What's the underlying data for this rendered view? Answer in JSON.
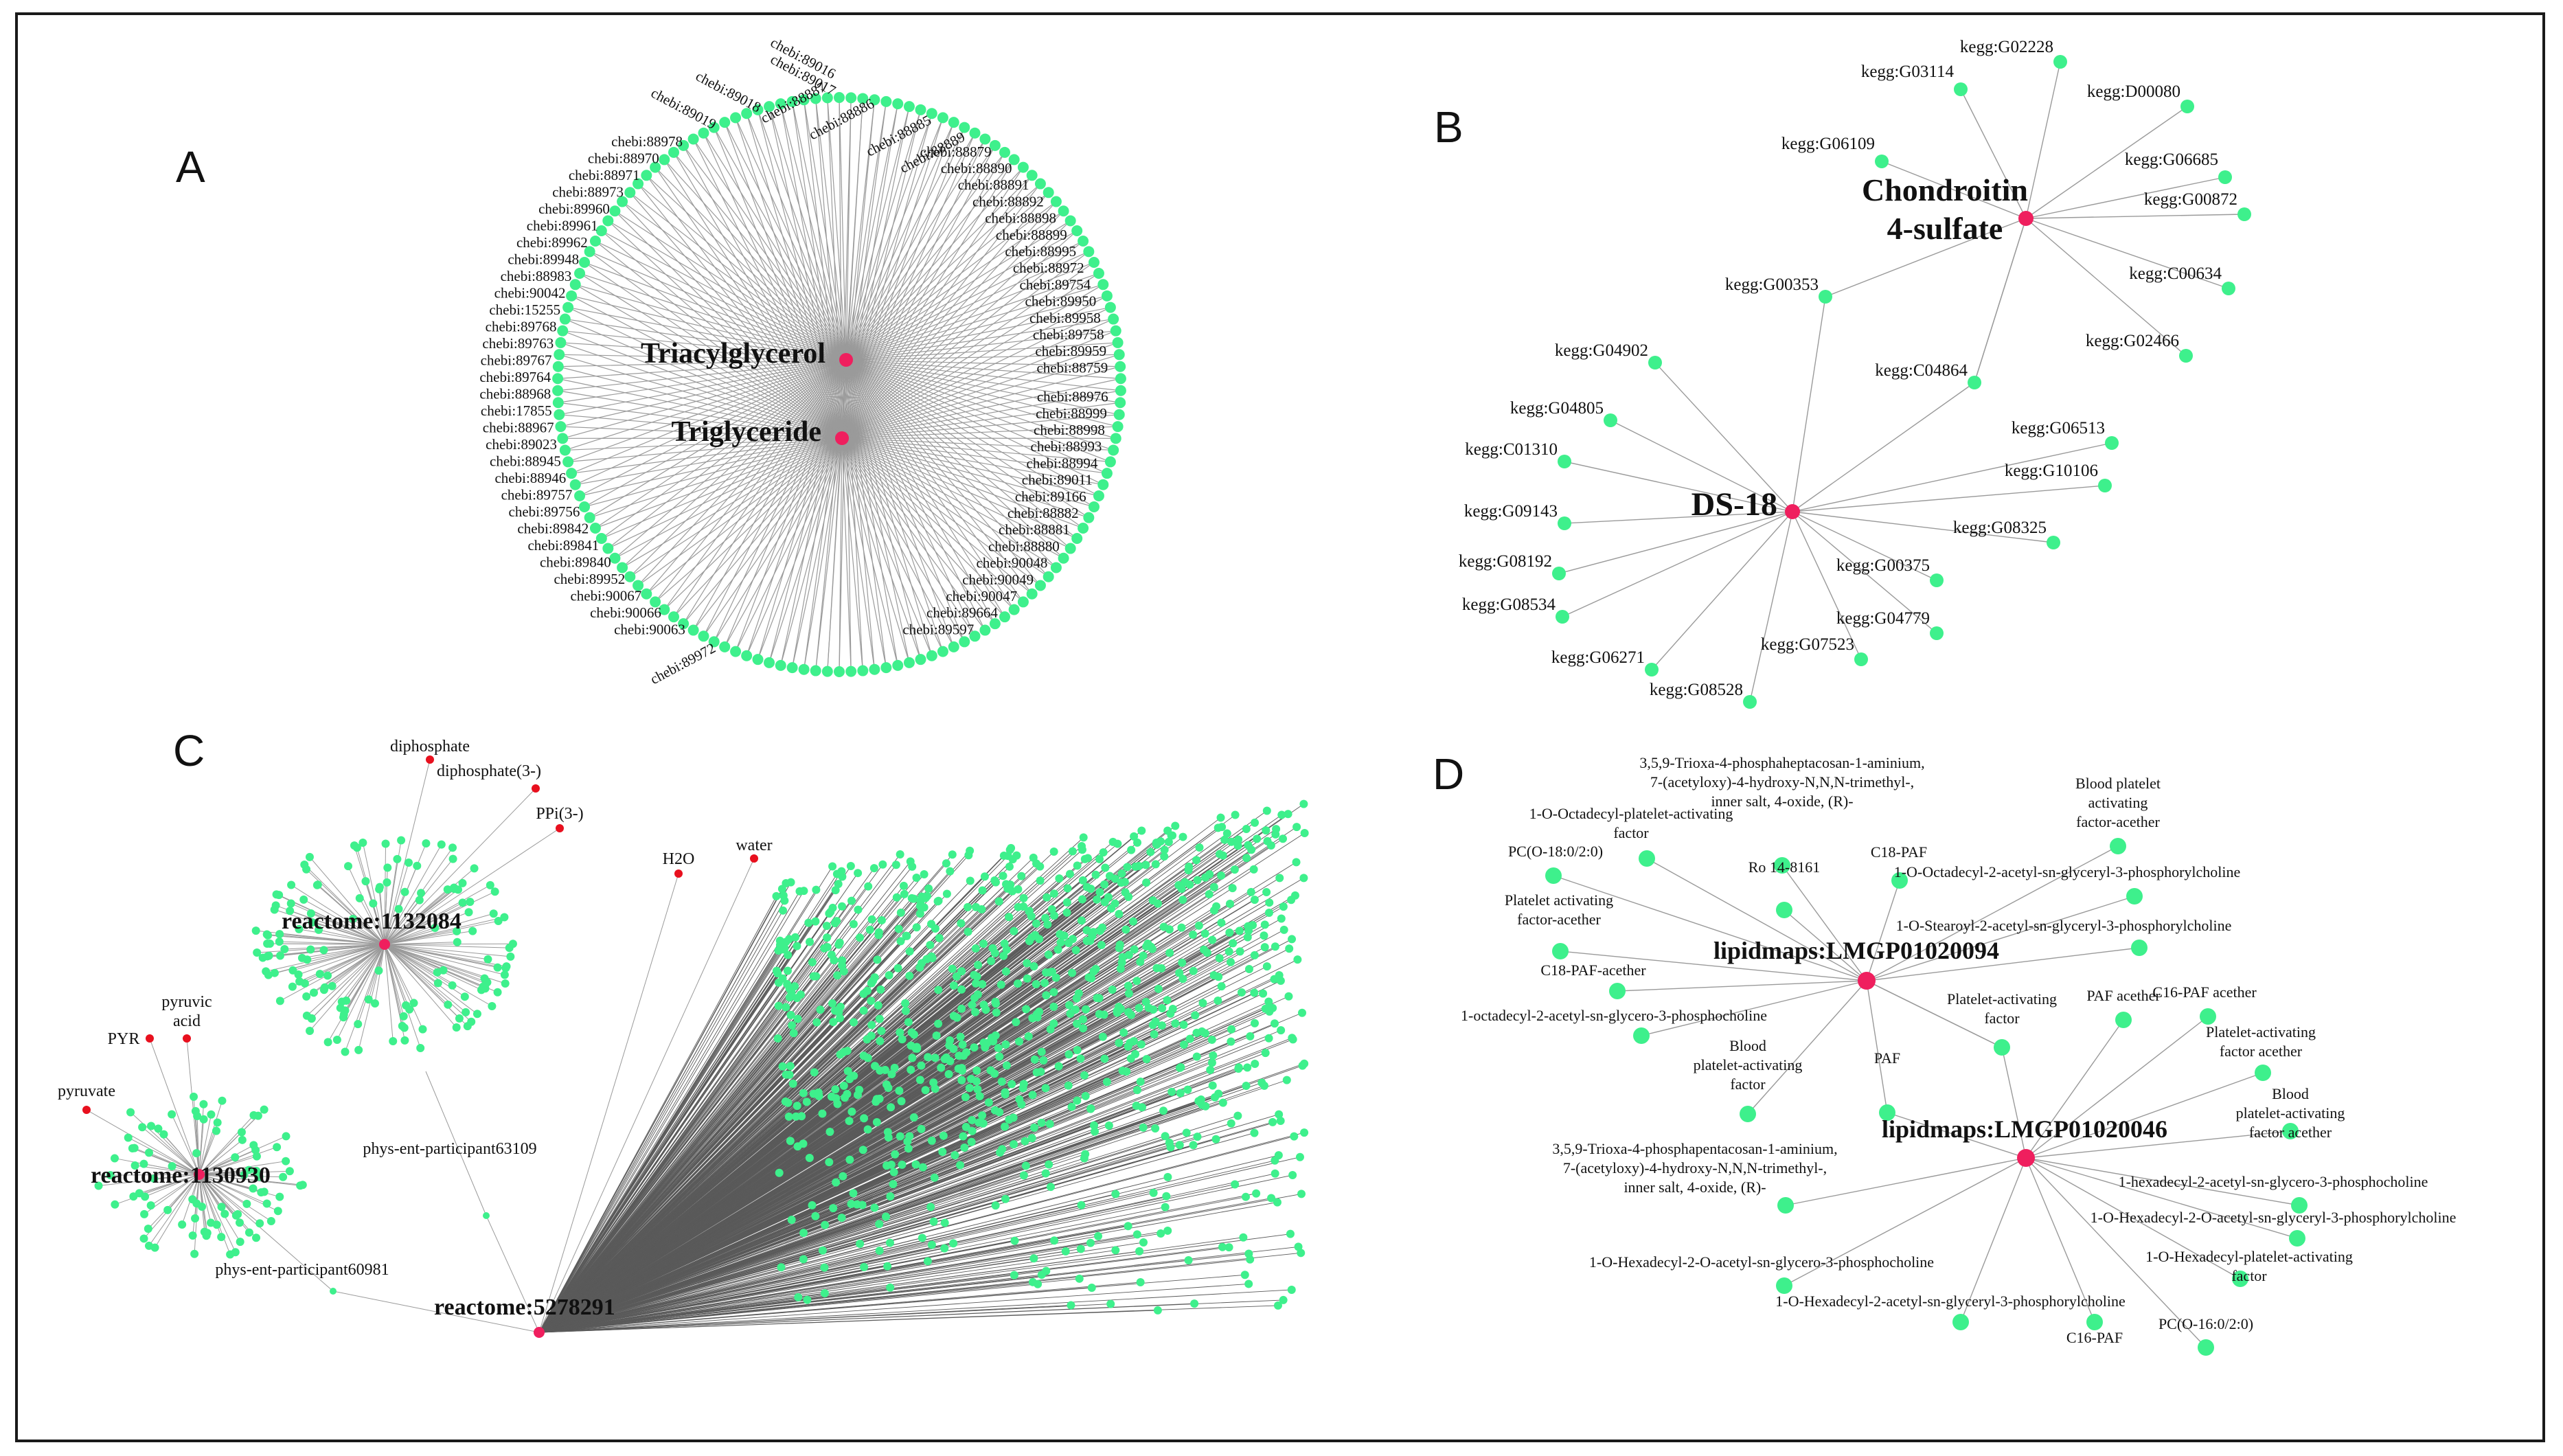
{
  "colors": {
    "leaf": "#3ef08c",
    "hub": "#ef1f5e",
    "red_leaf": "#e8101e",
    "edge": "#9a9a9a",
    "edge_dark": "#5a5a5a"
  },
  "panels": {
    "A": {
      "letter": "A",
      "hubs": [
        "Triacylglycerol",
        "Triglyceride"
      ],
      "left_labels": [
        "chebi:89016",
        "chebi:89017",
        "chebi:89018",
        "chebi:89019",
        "chebi:88978",
        "chebi:88970",
        "chebi:88971",
        "chebi:88973",
        "chebi:89960",
        "chebi:89961",
        "chebi:89962",
        "chebi:89948",
        "chebi:88983",
        "chebi:90042",
        "chebi:15255",
        "chebi:89768",
        "chebi:89763",
        "chebi:89767",
        "chebi:89764",
        "chebi:88968",
        "chebi:17855",
        "chebi:88967",
        "chebi:89023",
        "chebi:88945",
        "chebi:88946",
        "chebi:89757",
        "chebi:89756",
        "chebi:89842",
        "chebi:89841",
        "chebi:89840",
        "chebi:89952",
        "chebi:90067",
        "chebi:90066",
        "chebi:90063",
        "chebi:89972"
      ],
      "right_labels": [
        "chebi:88887",
        "chebi:88886",
        "chebi:88885",
        "chebi:88889",
        "chebi:88879",
        "chebi:88890",
        "chebi:88891",
        "chebi:88892",
        "chebi:88898",
        "chebi:88899",
        "chebi:88995",
        "chebi:88972",
        "chebi:89754",
        "chebi:89950",
        "chebi:89958",
        "chebi:89758",
        "chebi:89959",
        "chebi:88759",
        "chebi:88976",
        "chebi:88999",
        "chebi:88998",
        "chebi:88993",
        "chebi:88994",
        "chebi:89011",
        "chebi:89166",
        "chebi:88882",
        "chebi:88881",
        "chebi:88880",
        "chebi:90048",
        "chebi:90049",
        "chebi:90047",
        "chebi:89664",
        "chebi:89597"
      ]
    },
    "B": {
      "letter": "B",
      "hub1": "Chondroitin 4-sulfate",
      "hub1_line1": "Chondroitin",
      "hub1_line2": "4-sulfate",
      "hub2": "DS-18",
      "nodes": [
        "kegg:G02228",
        "kegg:G03114",
        "kegg:D00080",
        "kegg:G06109",
        "kegg:G06685",
        "kegg:G00872",
        "kegg:C00634",
        "kegg:G00353",
        "kegg:G02466",
        "kegg:C04864",
        "kegg:G04902",
        "kegg:G04805",
        "kegg:G06513",
        "kegg:C01310",
        "kegg:G10106",
        "kegg:G09143",
        "kegg:G08325",
        "kegg:G08192",
        "kegg:G00375",
        "kegg:G08534",
        "kegg:G04779",
        "kegg:G07523",
        "kegg:G06271",
        "kegg:G08528"
      ]
    },
    "C": {
      "letter": "C",
      "hubs": [
        "reactome:1132084",
        "reactome:1130930",
        "reactome:5278291"
      ],
      "red_nodes": [
        "diphosphate",
        "diphosphate(3-)",
        "PPi(3-)",
        "H2O",
        "water",
        "pyruvic acid",
        "PYR",
        "pyruvate"
      ],
      "participants": [
        "phys-ent-participant63109",
        "phys-ent-participant60981"
      ]
    },
    "D": {
      "letter": "D",
      "hubs": [
        "lipidmaps:LMGP01020094",
        "lipidmaps:LMGP01020046"
      ],
      "nodes": [
        "3,5,9-Trioxa-4-phosphaheptacosan-1-aminium, 7-(acetyloxy)-4-hydroxy-N,N,N-trimethyl-, inner salt, 4-oxide, (R)-",
        "1-O-Octadecyl-platelet-activating factor",
        "Blood platelet activating factor-acether",
        "PC(O-18:0/2:0)",
        "Ro 14-8161",
        "C18-PAF",
        "1-O-Octadecyl-2-acetyl-sn-glyceryl-3-phosphorylcholine",
        "Platelet activating factor-acether",
        "1-O-Stearoyl-2-acetyl-sn-glyceryl-3-phosphorylcholine",
        "C18-PAF-acether",
        "1-octadecyl-2-acetyl-sn-glycero-3-phosphocholine",
        "Platelet-activating factor",
        "PAF acether",
        "C16-PAF acether",
        "Blood platelet-activating factor",
        "PAF",
        "Platelet-activating factor acether",
        "Blood platelet-activating factor acether",
        "3,5,9-Trioxa-4-phosphapentacosan-1-aminium, 7-(acetyloxy)-4-hydroxy-N,N,N-trimethyl-, inner salt, 4-oxide, (R)-",
        "1-hexadecyl-2-acetyl-sn-glycero-3-phosphocholine",
        "1-O-Hexadecyl-2-O-acetyl-sn-glyceryl-3-phosphorylcholine",
        "1-O-Hexadecyl-platelet-activating factor",
        "1-O-Hexadecyl-2-O-acetyl-sn-glycero-3-phosphocholine",
        "1-O-Hexadecyl-2-acetyl-sn-glyceryl-3-phosphorylcholine",
        "C16-PAF",
        "PC(O-16:0/2:0)"
      ]
    }
  }
}
